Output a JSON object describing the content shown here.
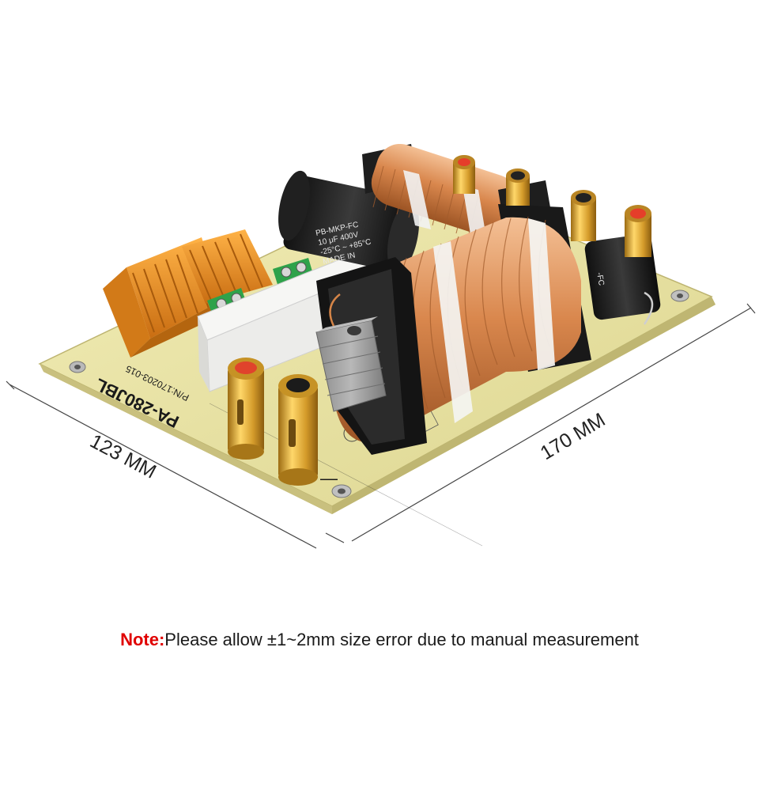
{
  "product": {
    "model": "PA-280JBL",
    "part_number": "P/N:170203-015",
    "capacitor_brand": "PB-MKP-FC",
    "capacitor_rating": "10 μF 400V",
    "capacitor_temp": "-25°C ~ +85°C",
    "capacitor_made": "MADE IN"
  },
  "dimensions": {
    "width": "123 MM",
    "length": "170 MM"
  },
  "note": {
    "label": "Note:",
    "text": "Please allow ±1~2mm size error due to manual measurement"
  },
  "colors": {
    "pcb": "#e9e3a4",
    "copper": "#d98e55",
    "heatsink": "#e8962c",
    "terminal_gold": "#d4a033",
    "accent_red": "#e00000"
  }
}
